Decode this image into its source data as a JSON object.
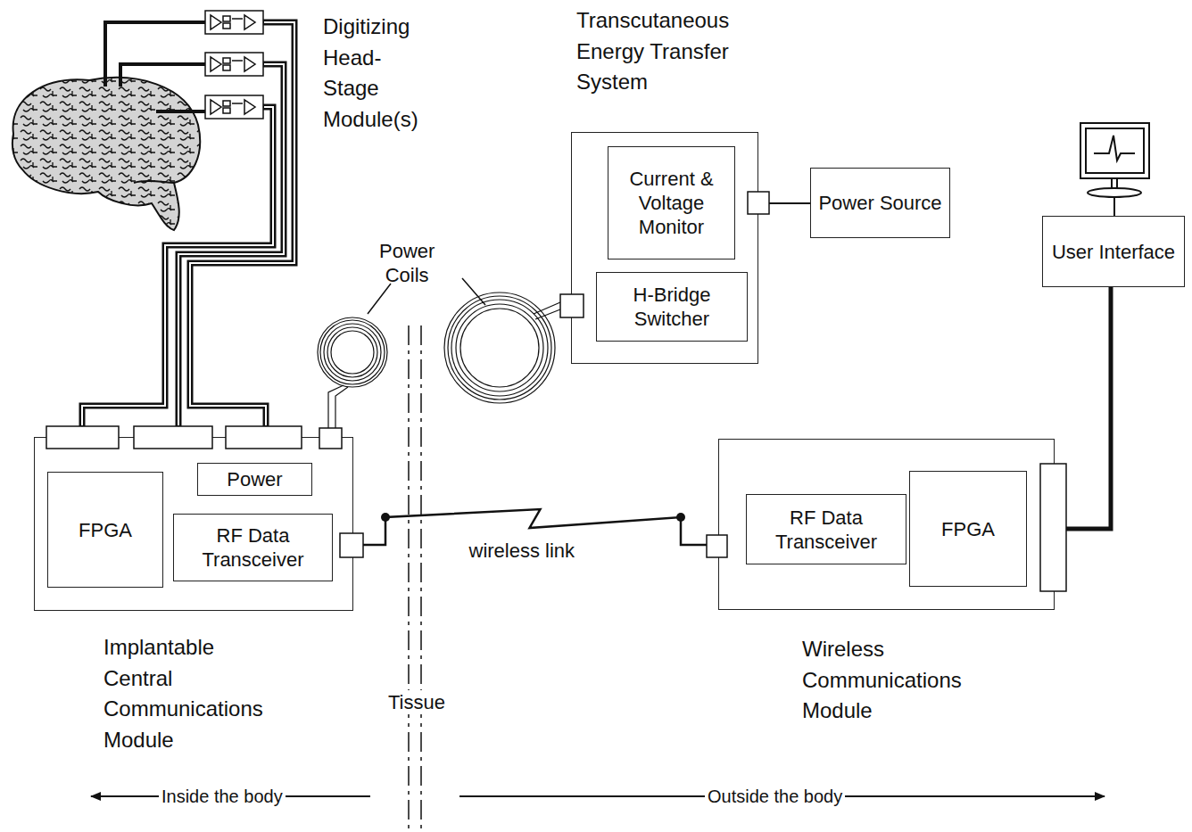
{
  "diagram": {
    "nodes": [
      {
        "text": [
          "Implantable Central Communications Module"
        ]
      },
      {
        "text": [
          "FPGA"
        ],
        "in": 0
      },
      {
        "text": [
          "Power"
        ],
        "in": 0
      },
      {
        "text": [
          "RF Data Transceiver"
        ],
        "in": 0
      },
      {
        "text": [
          "Transcutaneous Energy Transfer System"
        ]
      },
      {
        "text": [
          "Current & Voltage Monitor"
        ],
        "in": 4
      },
      {
        "text": [
          "H-Bridge Switcher"
        ],
        "in": 4
      },
      {
        "text": [
          "Power Source"
        ]
      },
      {
        "text": [
          "Wireless Communications Module"
        ]
      },
      {
        "text": [
          "RF Data Transceiver"
        ],
        "in": 8
      },
      {
        "text": [
          "FPGA"
        ],
        "in": 8
      },
      {
        "text": [
          "User Interface"
        ]
      }
    ],
    "edges": [
      {
        "from": 0,
        "to": 8,
        "label": "wireless link",
        "arrow": "none"
      },
      {
        "from": 4,
        "to": 7,
        "arrow": "none"
      },
      {
        "from": 8,
        "to": 11,
        "arrow": "none"
      }
    ],
    "labels": [
      "Digitizing Head-Stage Module(s)",
      "Power Coils",
      "Tissue",
      "Inside the body",
      "Outside the body"
    ]
  }
}
